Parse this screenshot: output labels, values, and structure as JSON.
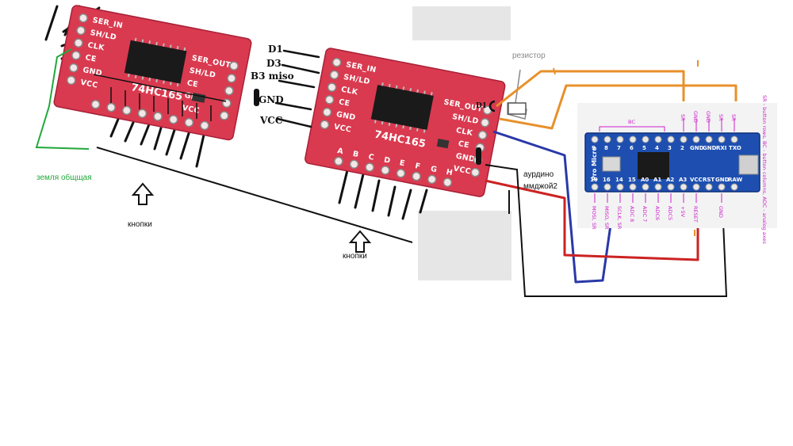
{
  "board1": {
    "pins_left": [
      "SER_IN",
      "SH/LD",
      "CLK",
      "CE",
      "GND",
      "VCC"
    ],
    "chip": "74HC165"
  },
  "board2": {
    "pins_left": [
      "SER_IN",
      "SH/LD",
      "CLK",
      "CE",
      "GND",
      "VCC"
    ],
    "pins_right": [
      "SER_OUT",
      "SH/LD",
      "CLK",
      "CE",
      "GND",
      "VCC"
    ],
    "bottom": [
      "A",
      "B",
      "C",
      "D",
      "E",
      "F",
      "G",
      "H"
    ],
    "chip": "74HC165"
  },
  "board1_right_pins": [
    "SER_OUT",
    "SH/LD",
    "CE",
    "GND",
    "VCC"
  ],
  "hand_labels": {
    "d1": "D1",
    "d3": "D3",
    "b3": "B3 miso",
    "gnd": "GND",
    "vcc": "VCC",
    "d1_small": "D1"
  },
  "notes": {
    "resistor": "резистор",
    "ground": "земля общщая",
    "buttons1": "кнопки",
    "buttons2": "кнопки",
    "arduino_line1": "аурдино",
    "arduino_line2": "ммджой2"
  },
  "pro_micro": {
    "name": "Pro Micro",
    "top_pins": [
      "9",
      "8",
      "7",
      "6",
      "5",
      "4",
      "3",
      "2",
      "GND",
      "GND",
      "RXI",
      "TXO"
    ],
    "bottom_pins": [
      "10",
      "16",
      "14",
      "15",
      "A0",
      "A1",
      "A2",
      "A3",
      "VCC",
      "RST",
      "GND",
      "RAW"
    ],
    "top_annotations": [
      "BC",
      "SR",
      "GND",
      "GND",
      "SR",
      "SR"
    ],
    "bottom_annotations": [
      "MOSI, SR",
      "MISO, SR",
      "SCLK, SR",
      "ADC 8",
      "ADC 7",
      "ADC6",
      "ADC5",
      "+5V",
      "RESET",
      "GND"
    ],
    "side_note": "SR - button rows, BC - button columns, ADC - analog axes"
  },
  "colors": {
    "board_red": "#d93a4f",
    "wire_orange": "#e8902a",
    "wire_blue": "#2a38a8",
    "wire_red": "#cc2222",
    "wire_green": "#22a83a",
    "pro_micro_blue": "#1e4fb0"
  }
}
